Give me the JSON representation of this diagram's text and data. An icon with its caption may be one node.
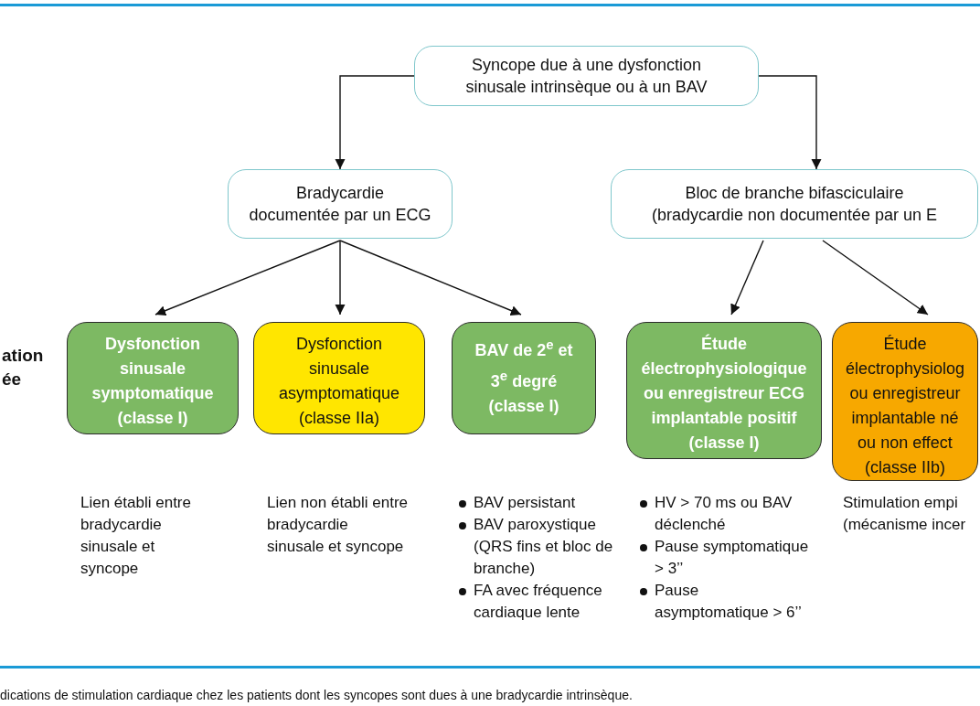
{
  "diagram": {
    "caption": "dications de stimulation cardiaque chez les patients dont les syncopes sont dues à une bradycardie intrinsèque.",
    "nodes": [
      {
        "text": [
          "Syncope due à une dysfonction sinusale intrinsèque ou à un BAV"
        ]
      },
      {
        "text": [
          "Bradycardie documentée par un ECG"
        ]
      },
      {
        "text": [
          "Bloc de branche bifasciculaire (bradycardie non documentée par un E"
        ]
      },
      {
        "text": [
          "Dysfonction sinusale symptomatique (classe I)"
        ],
        "beside": [
          "Lien établi entre bradycardie sinusale et syncope"
        ]
      },
      {
        "text": [
          "Dysfonction sinusale asymptomatique (classe IIa)"
        ],
        "beside": [
          "Lien non établi entre bradycardie sinusale et syncope"
        ]
      },
      {
        "text": [
          "BAV de 2$^{e}$ et 3$^{e}$ degré (classe I)"
        ],
        "beside": [
          "BAV persistant",
          "BAV paroxystique (QRS fins et bloc de branche)",
          "FA avec fréquence cardiaque lente"
        ]
      },
      {
        "text": [
          "Étude électrophysiologique ou enregistreur ECG implantable positif (classe I)"
        ],
        "beside": [
          "HV > 70 ms ou BAV déclenché",
          "Pause symptomatique > 3’’",
          "Pause asymptomatique > 6’’"
        ]
      },
      {
        "text": [
          "Étude électrophysiolog ou enregistreur implantable né ou non effect (classe IIb)"
        ],
        "beside": [
          "Stimulation empi (mécanisme incer"
        ]
      }
    ],
    "edges": [
      {
        "from": 0,
        "to": 1,
        "arrow": "to"
      },
      {
        "from": 0,
        "to": 2,
        "arrow": "to"
      },
      {
        "from": 1,
        "to": 3,
        "arrow": "to"
      },
      {
        "from": 1,
        "to": 4,
        "arrow": "to"
      },
      {
        "from": 1,
        "to": 5,
        "arrow": "to"
      },
      {
        "from": 2,
        "to": 6,
        "arrow": "to"
      },
      {
        "from": 2,
        "to": 7,
        "arrow": "to"
      }
    ],
    "labels": [
      "ation ée"
    ]
  }
}
